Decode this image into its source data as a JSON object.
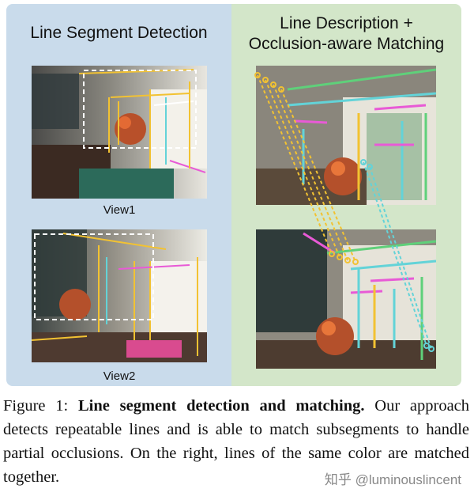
{
  "figure": {
    "left_title": "Line Segment Detection",
    "right_title_line1": "Line Description +",
    "right_title_line2": "Occlusion-aware Matching",
    "view1_label": "View1",
    "view2_label": "View2"
  },
  "caption": {
    "label": "Figure 1:",
    "bold": "Line segment detection and matching.",
    "text": "Our approach detects repeatable lines and is able to match subsegments to handle partial occlusions. On the right, lines of the same color are matched together."
  },
  "watermark": "知乎 @luminouslincent",
  "colors": {
    "left_panel": "#c9dbeb",
    "right_panel": "#d3e6c9",
    "match_yellow": "#f2c232",
    "match_cyan": "#63d3d8"
  }
}
